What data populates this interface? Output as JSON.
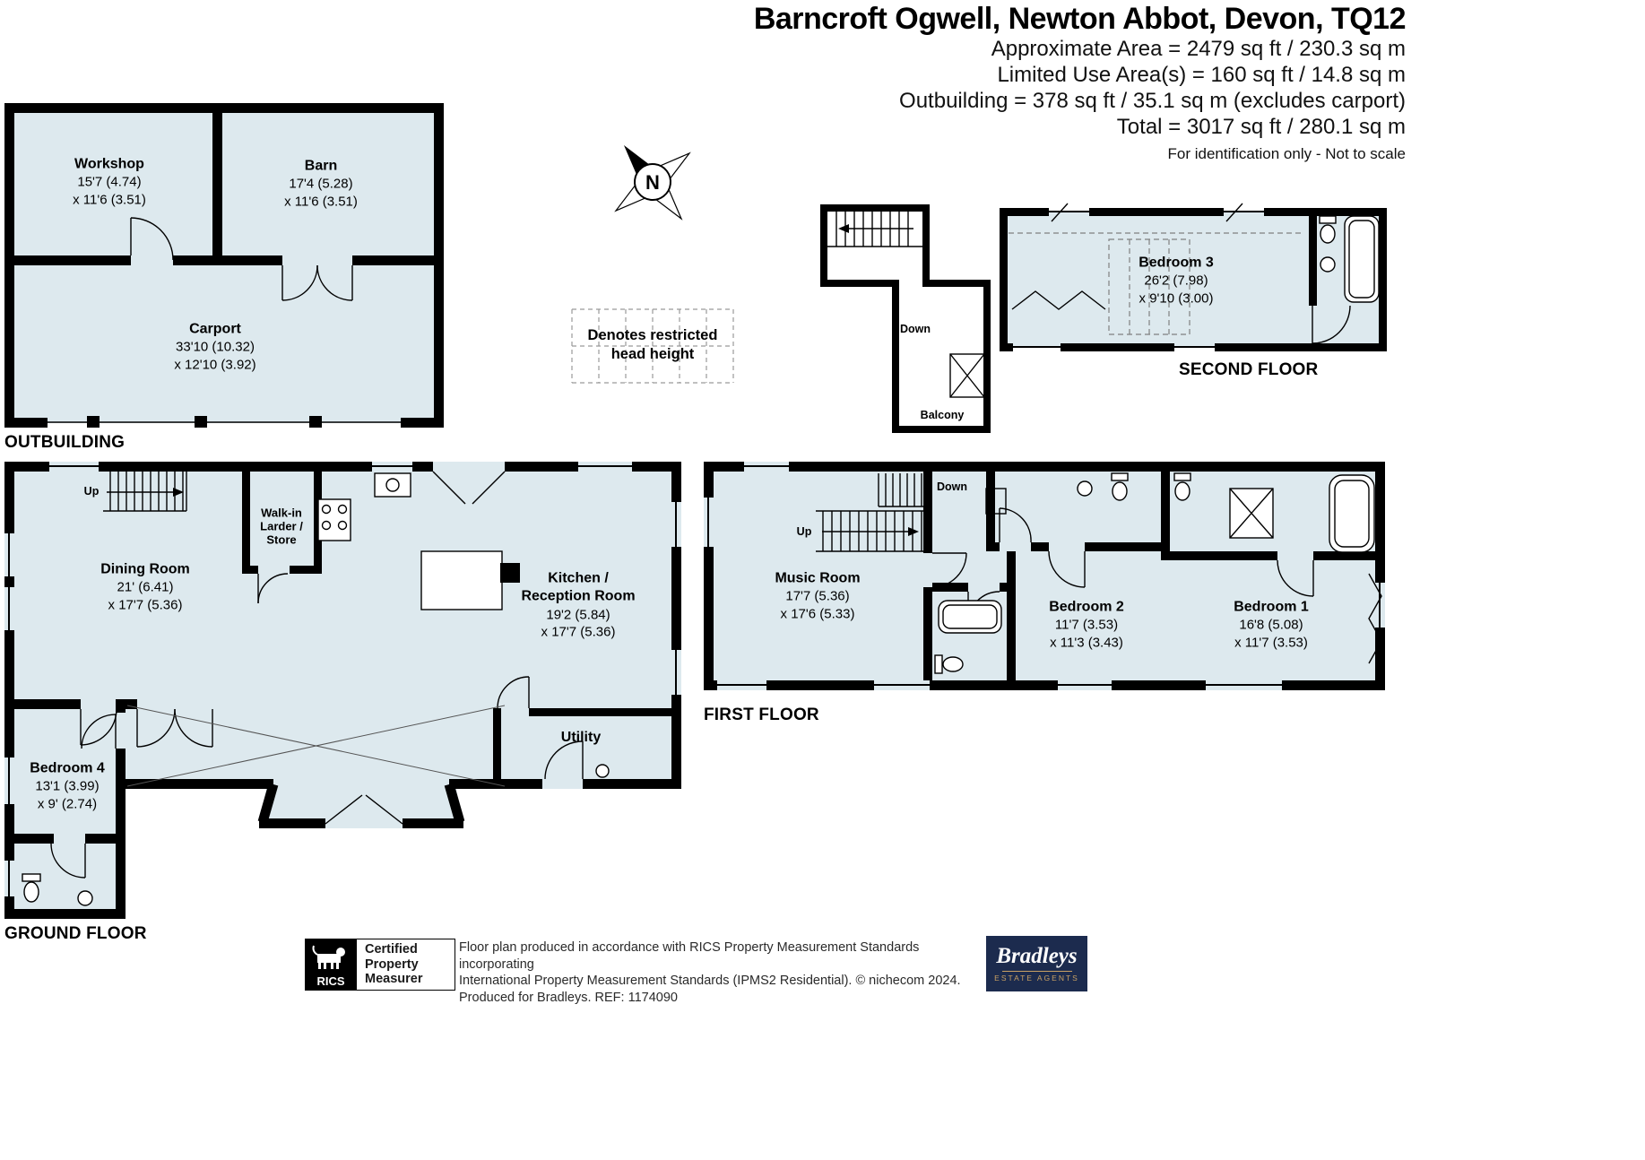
{
  "header": {
    "title": "Barncroft Ogwell, Newton Abbot, Devon, TQ12",
    "area_lines": [
      "Approximate Area = 2479 sq ft / 230.3 sq m",
      "Limited Use Area(s) = 160 sq ft / 14.8 sq m",
      "Outbuilding = 378 sq ft / 35.1 sq m  (excludes carport)",
      "Total = 3017 sq ft / 280.1 sq m"
    ],
    "note": "For identification only - Not to scale"
  },
  "compass": {
    "north": "N"
  },
  "legend": {
    "restricted": "Denotes restricted head height"
  },
  "floors": {
    "outbuilding": {
      "label": "OUTBUILDING",
      "workshop": {
        "name": "Workshop",
        "d1": "15'7 (4.74)",
        "d2": "x 11'6 (3.51)"
      },
      "barn": {
        "name": "Barn",
        "d1": "17'4 (5.28)",
        "d2": "x 11'6 (3.51)"
      },
      "carport": {
        "name": "Carport",
        "d1": "33'10 (10.32)",
        "d2": "x 12'10 (3.92)"
      }
    },
    "second": {
      "label": "SECOND FLOOR",
      "bedroom3": {
        "name": "Bedroom 3",
        "d1": "26'2 (7.98)",
        "d2": "x 9'10 (3.00)"
      },
      "down": "Down",
      "balcony": "Balcony"
    },
    "ground": {
      "label": "GROUND FLOOR",
      "dining": {
        "name": "Dining Room",
        "d1": "21' (6.41)",
        "d2": "x 17'7 (5.36)"
      },
      "larder": {
        "l1": "Walk-in",
        "l2": "Larder /",
        "l3": "Store"
      },
      "kitchen": {
        "n1": "Kitchen /",
        "n2": "Reception Room",
        "d1": "19'2 (5.84)",
        "d2": "x 17'7 (5.36)"
      },
      "utility": {
        "name": "Utility"
      },
      "bedroom4": {
        "name": "Bedroom 4",
        "d1": "13'1 (3.99)",
        "d2": "x 9' (2.74)"
      },
      "up": "Up"
    },
    "first": {
      "label": "FIRST FLOOR",
      "music": {
        "name": "Music Room",
        "d1": "17'7 (5.36)",
        "d2": "x 17'6 (5.33)"
      },
      "bedroom2": {
        "name": "Bedroom 2",
        "d1": "11'7 (3.53)",
        "d2": "x 11'3 (3.43)"
      },
      "bedroom1": {
        "name": "Bedroom 1",
        "d1": "16'8 (5.08)",
        "d2": "x 11'7 (3.53)"
      },
      "up": "Up",
      "down": "Down"
    }
  },
  "footer": {
    "rics": {
      "brand": "RICS",
      "lines": [
        "Certified",
        "Property",
        "Measurer"
      ]
    },
    "disclaimer": [
      "Floor plan produced in accordance with RICS Property Measurement Standards incorporating",
      "International Property Measurement Standards (IPMS2 Residential).   © nichecom 2024.",
      "Produced for Bradleys.   REF: 1174090"
    ],
    "agent": {
      "name": "Bradleys",
      "tagline": "ESTATE AGENTS"
    }
  },
  "colors": {
    "room_fill": "#dde9ee",
    "wall": "#000000",
    "brand_navy": "#1c2b4e",
    "brand_gold": "#c8a063"
  }
}
